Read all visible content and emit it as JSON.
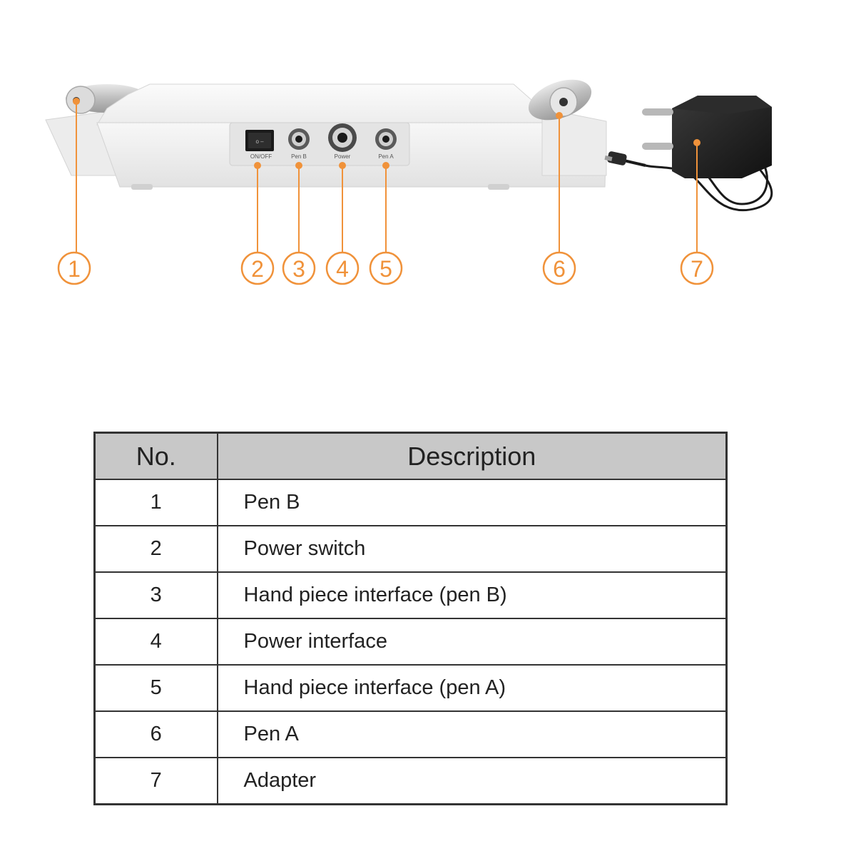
{
  "figure": {
    "callouts": [
      {
        "number": "1"
      },
      {
        "number": "2"
      },
      {
        "number": "3"
      },
      {
        "number": "4"
      },
      {
        "number": "5"
      },
      {
        "number": "6"
      },
      {
        "number": "7"
      }
    ],
    "panel_labels": {
      "switch": "ON/OFF",
      "pen_b": "Pen B",
      "power": "Power",
      "pen_a": "Pen A"
    },
    "accent_color": "#f0923a"
  },
  "table": {
    "headers": {
      "number": "No.",
      "description": "Description"
    },
    "rows": [
      {
        "no": "1",
        "description": "Pen B"
      },
      {
        "no": "2",
        "description": "Power switch"
      },
      {
        "no": "3",
        "description": "Hand piece interface (pen B)"
      },
      {
        "no": "4",
        "description": "Power interface"
      },
      {
        "no": "5",
        "description": "Hand piece interface (pen A)"
      },
      {
        "no": "6",
        "description": "Pen A"
      },
      {
        "no": "7",
        "description": "Adapter"
      }
    ]
  }
}
